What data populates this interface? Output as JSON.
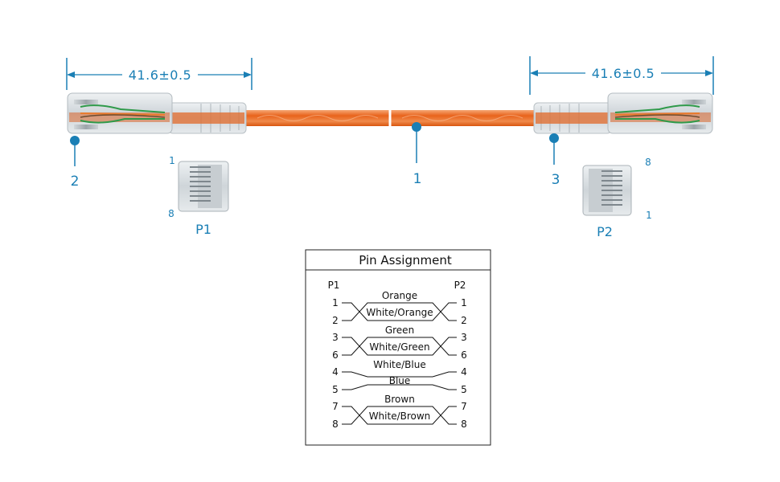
{
  "dimensions": {
    "left": "41.6±0.5",
    "right": "41.6±0.5"
  },
  "callouts": {
    "cable": "1",
    "left_plug": "2",
    "right_plug": "3"
  },
  "connectors": {
    "p1": {
      "label": "P1",
      "pin_top": "1",
      "pin_bottom": "8"
    },
    "p2": {
      "label": "P2",
      "pin_top": "8",
      "pin_bottom": "1"
    }
  },
  "colors": {
    "accent": "#1a7fb5",
    "cable": "#e8631c",
    "cable_light": "#f4a06a",
    "plug_body": "#dfe3e6"
  },
  "pin_assignment": {
    "title": "Pin Assignment",
    "col_left": "P1",
    "col_right": "P2",
    "pairs": [
      {
        "top_wire": "Orange",
        "bottom_wire": "White/Orange",
        "p1": [
          "1",
          "2"
        ],
        "p2": [
          "1",
          "2"
        ],
        "crossed": true
      },
      {
        "top_wire": "Green",
        "bottom_wire": "White/Green",
        "p1": [
          "3",
          "6"
        ],
        "p2": [
          "3",
          "6"
        ],
        "crossed": true
      },
      {
        "top_wire": "White/Blue",
        "bottom_wire": "Blue",
        "p1": [
          "4",
          "5"
        ],
        "p2": [
          "4",
          "5"
        ],
        "crossed": false
      },
      {
        "top_wire": "Brown",
        "bottom_wire": "White/Brown",
        "p1": [
          "7",
          "8"
        ],
        "p2": [
          "7",
          "8"
        ],
        "crossed": true
      }
    ]
  }
}
